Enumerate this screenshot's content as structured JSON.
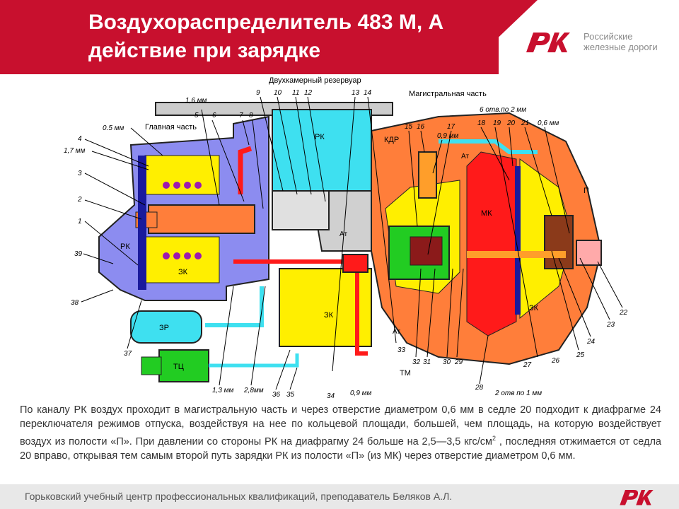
{
  "header": {
    "title_line1": "Воздухораспределитель  483 М, А",
    "title_line2": "действие при зарядке",
    "logo_line1": "Российские",
    "logo_line2": "железные дороги"
  },
  "diagram": {
    "section_labels": {
      "reservoir": "Двухкамерный резервуар",
      "main_part": "Главная часть",
      "magistral_part": "Магистральная часть"
    },
    "chamber_labels": {
      "rk_top": "РК",
      "rk_left": "РК",
      "zk_left": "ЗК",
      "zk_mid": "ЗК",
      "zk_right": "ЗК",
      "mk": "МК",
      "zr": "ЗР",
      "tc": "ТЦ",
      "tm": "ТМ",
      "kdr": "КДР",
      "p": "П",
      "at1": "Ат",
      "at2": "Ат",
      "at3": "Ат"
    },
    "callouts": {
      "c05": "0.5 мм",
      "c17": "1,7 мм",
      "c16": "1,6 мм",
      "c09": "0,9 мм",
      "c6x2": "6 отв.по 2 мм",
      "c06": "0,6 мм",
      "c13": "1,3 мм",
      "c28": "2,8мм",
      "c09b": "0,9 мм",
      "c2x1": "2 отв по 1 мм",
      "n1": "1",
      "n2": "2",
      "n3": "3",
      "n4": "4",
      "n5": "5",
      "n6": "6",
      "n7": "7",
      "n8": "8",
      "n9": "9",
      "n10": "10",
      "n11": "11",
      "n12": "12",
      "n13": "13",
      "n14": "14",
      "n15": "15",
      "n16": "16",
      "n17": "17",
      "n18": "18",
      "n19": "19",
      "n20": "20",
      "n21": "21",
      "n22": "22",
      "n23": "23",
      "n24": "24",
      "n25": "25",
      "n26": "26",
      "n27": "27",
      "n28": "28",
      "n29": "29",
      "n30": "30",
      "n31": "31",
      "n32": "32",
      "n33": "33",
      "n34": "34",
      "n35": "35",
      "n36": "36",
      "n37": "37",
      "n38": "38",
      "n39": "39"
    }
  },
  "description": {
    "part1": "По каналу РК воздух проходит в магистральную часть и через отверстие диаметром 0,6 мм в седле 20 подходит к диафрагме 24 переключателя режимов отпуска, воздействуя на нее по кольцевой площади, большей, чем площадь, на которую воздействует воздух из полости «П». При давлении со стороны РК на диафрагму  24 больше на 2,5—3,5 кгс/см",
    "sup": "2",
    "part2": " , последняя отжимается от седла 20 вправо, открывая тем самым второй путь зарядки РК из полости «П» (из МК) через отверстие диаметром 0,6 мм."
  },
  "footer": {
    "credit": "Горьковский учебный центр профессиональных квалификаций, преподаватель Беляков А.Л."
  },
  "colors": {
    "brand_red": "#c8102e",
    "rk_blue": "#8c8cf0",
    "cyan": "#3ee0f0",
    "yellow": "#ffef00",
    "orange": "#ff7e3a",
    "red": "#ff1a1a",
    "green": "#22cc22",
    "footer_gray": "#e8e8e8"
  }
}
